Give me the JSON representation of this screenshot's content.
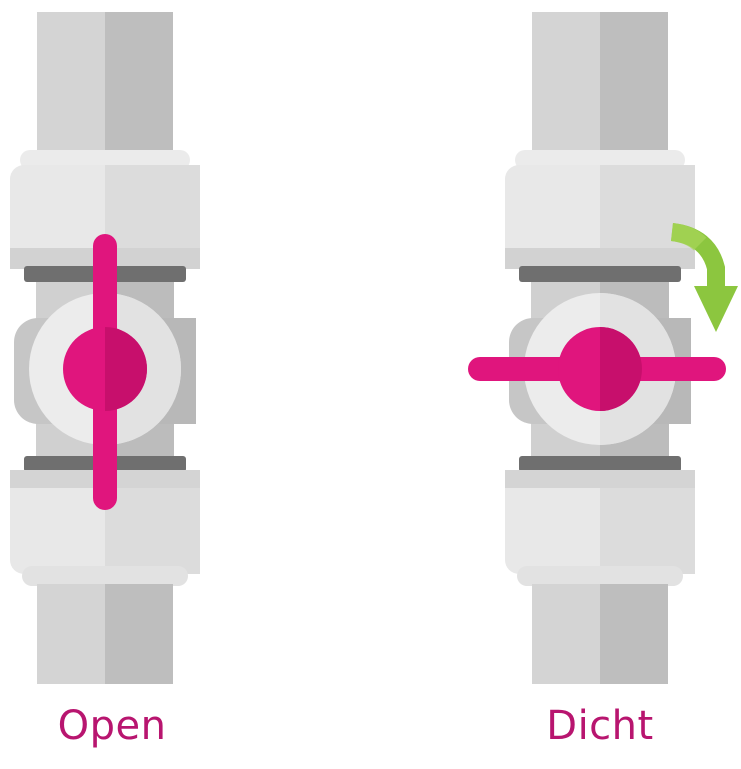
{
  "valves": [
    {
      "id": "open",
      "label": "Open",
      "state": "open"
    },
    {
      "id": "closed",
      "label": "Dicht",
      "state": "closed"
    }
  ],
  "colors": {
    "background": "#ffffff",
    "pipe_light": "#d4d4d4",
    "pipe_dark": "#bebebe",
    "fitting_light": "#e8e8e8",
    "fitting_dark": "#dcdcdc",
    "fitting_shadow": "#c6c6c6",
    "ring": "#6f6f6f",
    "body_light": "#d0d0d0",
    "body_dark": "#bcbcbc",
    "disc": "#ececec",
    "handle": "#e0157d",
    "handle_dark": "#c70f6c",
    "arrow": "#8cc63f",
    "label": "#b8156f"
  },
  "icons": {
    "rotation_arrow": "curved-arrow-down-icon"
  }
}
